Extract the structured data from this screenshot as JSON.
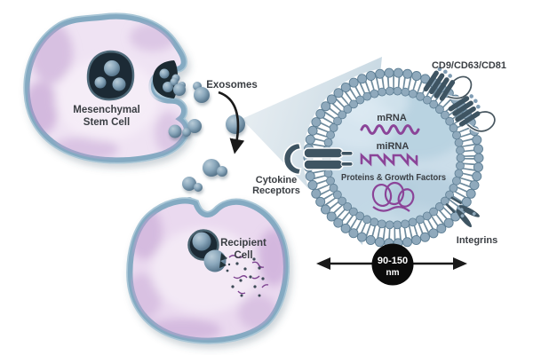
{
  "labels": {
    "stem_line1": "Mesenchymal",
    "stem_line2": "Stem Cell",
    "exosomes": "Exosomes",
    "cytokine_line1": "Cytokine",
    "cytokine_line2": "Receptors",
    "tetraspanins": "CD9/CD63/CD81",
    "mrna": "mRNA",
    "mirna": "miRNA",
    "proteins": "Proteins & Growth Factors",
    "integrins": "Integrins",
    "recipient_line1": "Recipient",
    "recipient_line2": "Cell",
    "size_line1": "90-150",
    "size_line2": "nm"
  },
  "colors": {
    "membrane_blue": "#84aac2",
    "membrane_highlight": "#a9c6d6",
    "cell_fill": "#efe3f3",
    "marble_purple": "#c09ed0",
    "vesicle_dark": "#1d2c34",
    "sphere_blue": "#7f9cb3",
    "exosome_interior": "#cbdde9",
    "bead_blue": "#8fa9bc",
    "bead_rim": "#5d7e94",
    "lipid_tail": "#6f8b9d",
    "protein_slate": "#3e5462",
    "rna_purple": "#8b4498",
    "text_dark": "#3a3e43",
    "cone_blue": "#c3d5e0",
    "arrow_black": "#1a1a1a",
    "size_badge_bg": "#0b0b0b",
    "size_badge_text": "#ffffff"
  },
  "size_annotation": {
    "range_nm": "90-150",
    "unit": "nm"
  }
}
